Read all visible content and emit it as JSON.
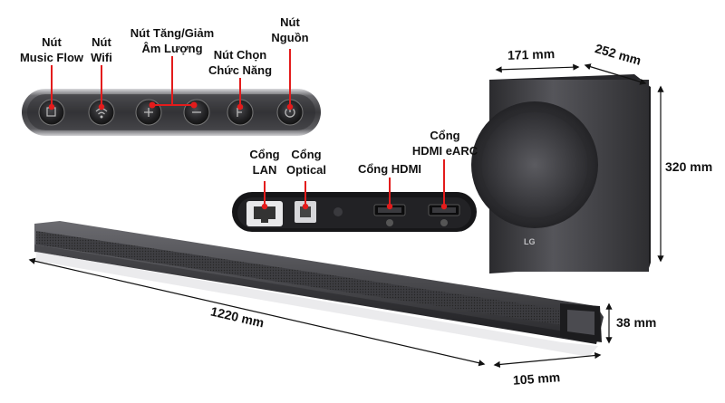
{
  "control_labels": {
    "music_flow": [
      "Nút",
      "Music Flow"
    ],
    "wifi": [
      "Nút",
      "Wifi"
    ],
    "volume": [
      "Nút Tăng/Giảm",
      "Âm Lượng"
    ],
    "function": [
      "Nút Chọn",
      "Chức Năng"
    ],
    "power": [
      "Nút",
      "Nguồn"
    ]
  },
  "port_labels": {
    "lan": [
      "Cổng",
      "LAN"
    ],
    "optical": [
      "Cổng",
      "Optical"
    ],
    "hdmi": [
      "Cổng HDMI"
    ],
    "hdmi_earc": [
      "Cổng",
      "HDMI eARC"
    ]
  },
  "dimensions": {
    "subwoofer_width": "171 mm",
    "subwoofer_depth": "252 mm",
    "subwoofer_height": "320 mm",
    "soundbar_length": "1220 mm",
    "soundbar_height": "38 mm",
    "soundbar_depth": "105 mm"
  },
  "brand": "LG",
  "colors": {
    "accent_red": "#e31c1c",
    "panel_dark": "#2a2a2c",
    "metal": "#8a8a8e"
  }
}
